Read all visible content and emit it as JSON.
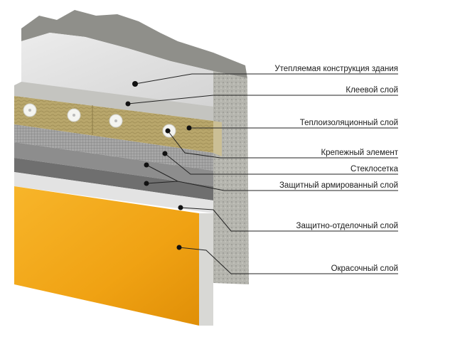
{
  "labels": [
    "Утепляемая конструкция здания",
    "Клеевой слой",
    "Теплоизоляционный слой",
    "Крепежный элемент",
    "Стеклосетка",
    "Защитный армированный слой",
    "Защитно-отделочный слой",
    "Окрасочный слой"
  ],
  "colors": {
    "wall_front": "#e2e2e2",
    "wall_side": "#b9b9b4",
    "wall_top": "#8c8c88",
    "insulation": "#b9a66a",
    "insulation_side": "#cbbf95",
    "mesh": "#9a9a9a",
    "protective": "#6f6f6f",
    "finish": "#dcdcdc",
    "paint": "#f1a616",
    "paint_dark": "#d98a06"
  },
  "icons": [
    "dowel-icon"
  ]
}
